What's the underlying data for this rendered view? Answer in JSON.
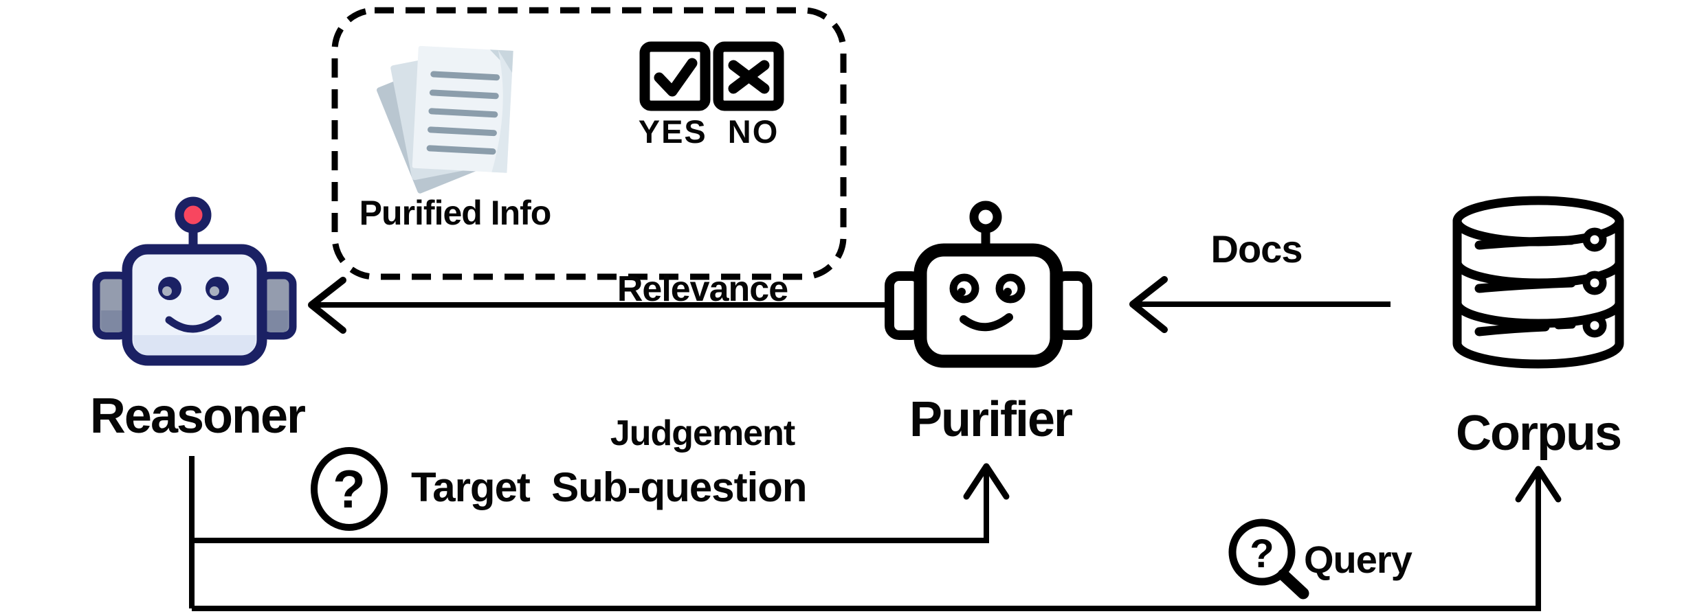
{
  "figure": {
    "nodes": {
      "reasoner": {
        "label": "Reasoner"
      },
      "purifier": {
        "label": "Purifier"
      },
      "corpus": {
        "label": "Corpus"
      }
    },
    "info_box": {
      "purified_info": {
        "label": "Purified Info"
      },
      "relevance": {
        "yes": "YES",
        "no": "NO",
        "line1": "Relevance",
        "line2": "Judgement"
      }
    },
    "flows": {
      "docs": {
        "label": "Docs"
      },
      "query": {
        "label": "Query"
      },
      "target_subquestion": {
        "label": "Target  Sub-question"
      }
    },
    "glyphs": {
      "question_mark": "?"
    },
    "colors": {
      "background": "#ffffff",
      "line": "#000000",
      "text": "#060606",
      "reasoner_outline": "#1b2164",
      "reasoner_face": "#edf2fb",
      "reasoner_face_shade": "#dce4f4",
      "reasoner_ear": "#949cae",
      "reasoner_ear_shade": "#7e88a2",
      "reasoner_pupil": "#a9b0bf",
      "reasoner_antenna_bulb": "#f8465f",
      "doc_page_front": "#eef3f7",
      "doc_page_mid": "#d7e1e8",
      "doc_page_back": "#b9c6d0",
      "doc_fold": "#c9d6de",
      "doc_text_line": "#8b9dab"
    }
  }
}
